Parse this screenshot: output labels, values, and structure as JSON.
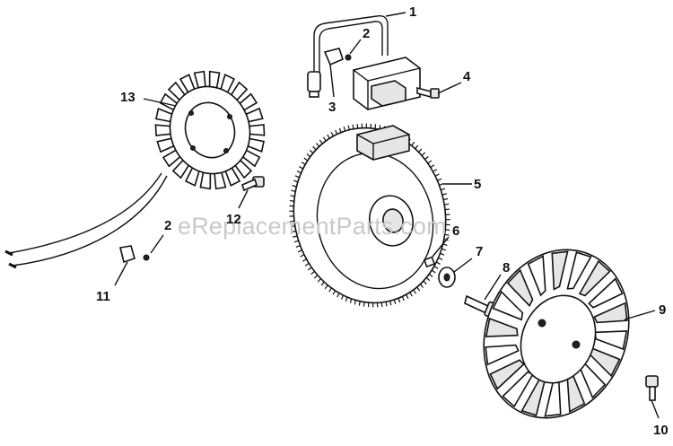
{
  "watermark": "eReplacementParts.com",
  "callouts": [
    {
      "id": "1",
      "label": "1"
    },
    {
      "id": "2a",
      "label": "2"
    },
    {
      "id": "3",
      "label": "3"
    },
    {
      "id": "4",
      "label": "4"
    },
    {
      "id": "5",
      "label": "5"
    },
    {
      "id": "6",
      "label": "6"
    },
    {
      "id": "7",
      "label": "7"
    },
    {
      "id": "8",
      "label": "8"
    },
    {
      "id": "9",
      "label": "9"
    },
    {
      "id": "10",
      "label": "10"
    },
    {
      "id": "11",
      "label": "11"
    },
    {
      "id": "12",
      "label": "12"
    },
    {
      "id": "13",
      "label": "13"
    },
    {
      "id": "2b",
      "label": "2"
    }
  ]
}
